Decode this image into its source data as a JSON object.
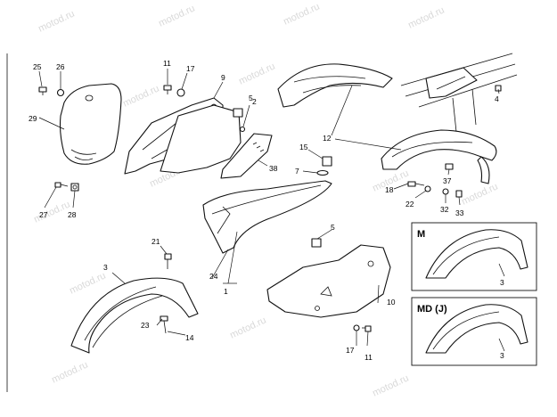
{
  "diagram": {
    "watermark": "motod.ru",
    "variants": {
      "m": "M",
      "md_j": "MD (J)"
    },
    "callouts": {
      "c25": "25",
      "c26": "26",
      "c29": "29",
      "c27": "27",
      "c28": "28",
      "c11a": "11",
      "c17a": "17",
      "c9": "9",
      "c5a": "5",
      "c2": "2",
      "c38": "38",
      "c12": "12",
      "c4": "4",
      "c15": "15",
      "c7": "7",
      "c18": "18",
      "c22": "22",
      "c37": "37",
      "c32": "32",
      "c33": "33",
      "c5b": "5",
      "c21": "21",
      "c3a": "3",
      "c23": "23",
      "c14": "14",
      "c24": "24",
      "c1": "1",
      "c10": "10",
      "c17b": "17",
      "c11b": "11",
      "c3b": "3",
      "c3c": "3"
    }
  }
}
